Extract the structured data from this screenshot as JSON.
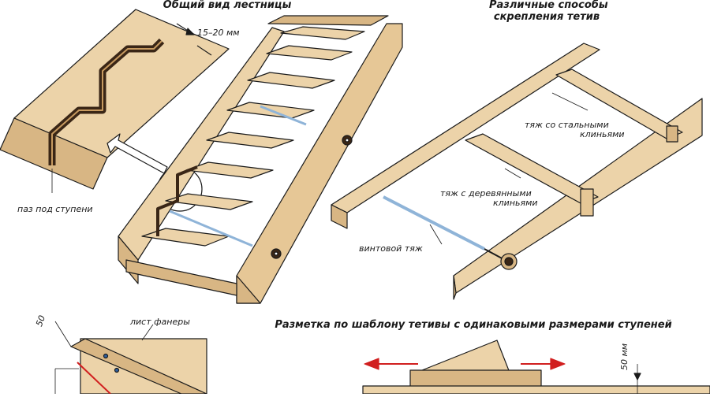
{
  "titles": {
    "general_view": "Общий вид лестницы",
    "fastening_line1": "Различные способы",
    "fastening_line2": "скрепления тетив",
    "marking": "Разметка по шаблону тетивы с одинаковыми размерами ступеней"
  },
  "labels": {
    "groove_depth": "15–20 мм",
    "groove": "паз под ступени",
    "steel_wedges_line1": "тяж со стальными",
    "steel_wedges_line2": "клиньями",
    "wood_wedges_line1": "тяж с деревянными",
    "wood_wedges_line2": "клиньями",
    "screw_tie": "винтовой тяж",
    "plywood": "лист фанеры",
    "dim_50_left": "50",
    "dim_50_right": "50 мм"
  },
  "colors": {
    "wood": "#ecd3a9",
    "wood_dark": "#d8b684",
    "groove": "#3a2616",
    "outline": "#1a1a1a",
    "rod": "#8fb4d8",
    "arrow_red": "#d11f1f"
  }
}
